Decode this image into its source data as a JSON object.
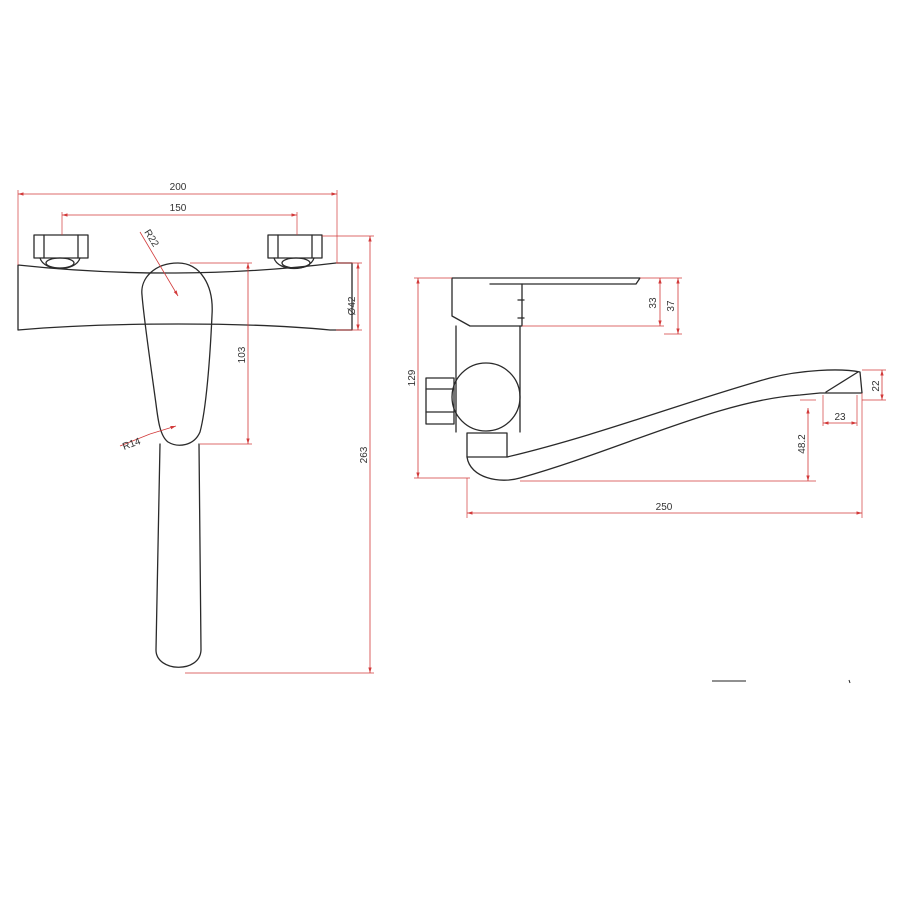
{
  "colors": {
    "outline": "#2a2a2a",
    "dimension": "#d23a3a",
    "text": "#333333"
  },
  "front_view": {
    "dim_overall_width": "200",
    "dim_inlet_spacing": "150",
    "dim_handle_radius_top": "R22",
    "dim_body_diameter": "Ø42",
    "dim_handle_upper_length": "103",
    "dim_handle_radius_bottom": "R14",
    "dim_overall_height": "263"
  },
  "side_view": {
    "dim_handle_height": "33",
    "dim_cap_height": "37",
    "dim_body_height": "129",
    "dim_outlet_diameter": "22",
    "dim_outlet_width": "23",
    "dim_spout_height": "48.2",
    "dim_spout_reach": "250"
  }
}
